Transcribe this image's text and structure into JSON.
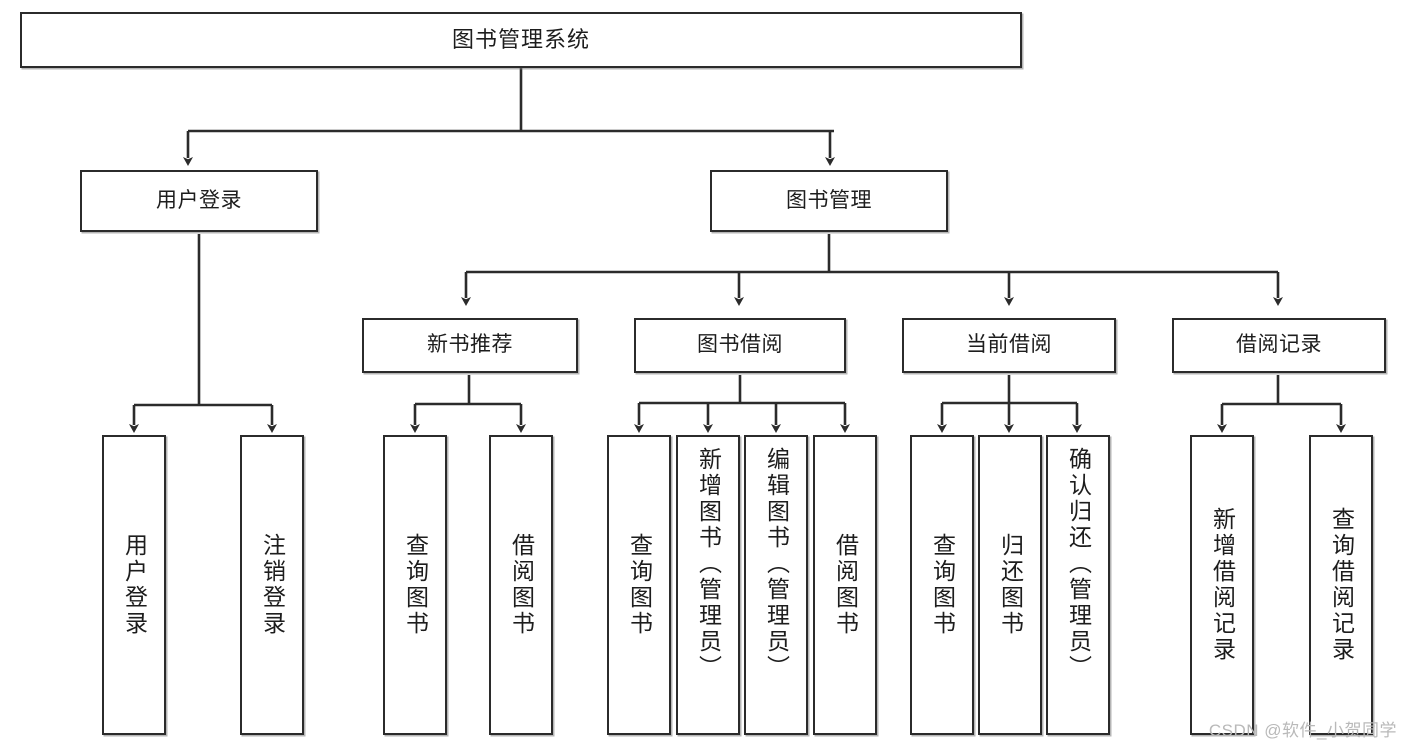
{
  "diagram": {
    "title": "图书管理系统",
    "watermark": "CSDN @软件_小贺同学",
    "style": {
      "box_border_color": "#2b2b2b",
      "box_fill_color": "#ffffff",
      "edge_color": "#2b2b2b",
      "text_color": "#1d1d1d",
      "watermark_color": "#b9b9b9",
      "background": "#ffffff"
    },
    "nodes": {
      "root": {
        "label": "图书管理系统"
      },
      "level2": [
        {
          "id": "user-login",
          "label": "用户登录"
        },
        {
          "id": "book-management",
          "label": "图书管理"
        }
      ],
      "level3": [
        {
          "id": "new-book-recommend",
          "label": "新书推荐"
        },
        {
          "id": "book-borrow",
          "label": "图书借阅"
        },
        {
          "id": "current-borrow",
          "label": "当前借阅"
        },
        {
          "id": "borrow-record",
          "label": "借阅记录"
        }
      ],
      "leaves": {
        "user-login": [
          {
            "id": "leaf-user-login",
            "label": "用户登录"
          },
          {
            "id": "leaf-logout",
            "label": "注销登录"
          }
        ],
        "new-book-recommend": [
          {
            "id": "leaf-query-book-1",
            "label": "查询图书"
          },
          {
            "id": "leaf-borrow-book-1",
            "label": "借阅图书"
          }
        ],
        "book-borrow": [
          {
            "id": "leaf-query-book-2",
            "label": "查询图书"
          },
          {
            "id": "leaf-add-book",
            "label": "新增图书（管理员）"
          },
          {
            "id": "leaf-edit-book",
            "label": "编辑图书（管理员）"
          },
          {
            "id": "leaf-borrow-book-2",
            "label": "借阅图书"
          }
        ],
        "current-borrow": [
          {
            "id": "leaf-query-book-3",
            "label": "查询图书"
          },
          {
            "id": "leaf-return-book",
            "label": "归还图书"
          },
          {
            "id": "leaf-confirm-return",
            "label": "确认归还（管理员）"
          }
        ],
        "borrow-record": [
          {
            "id": "leaf-add-record",
            "label": "新增借阅记录"
          },
          {
            "id": "leaf-query-record",
            "label": "查询借阅记录"
          }
        ]
      }
    }
  }
}
